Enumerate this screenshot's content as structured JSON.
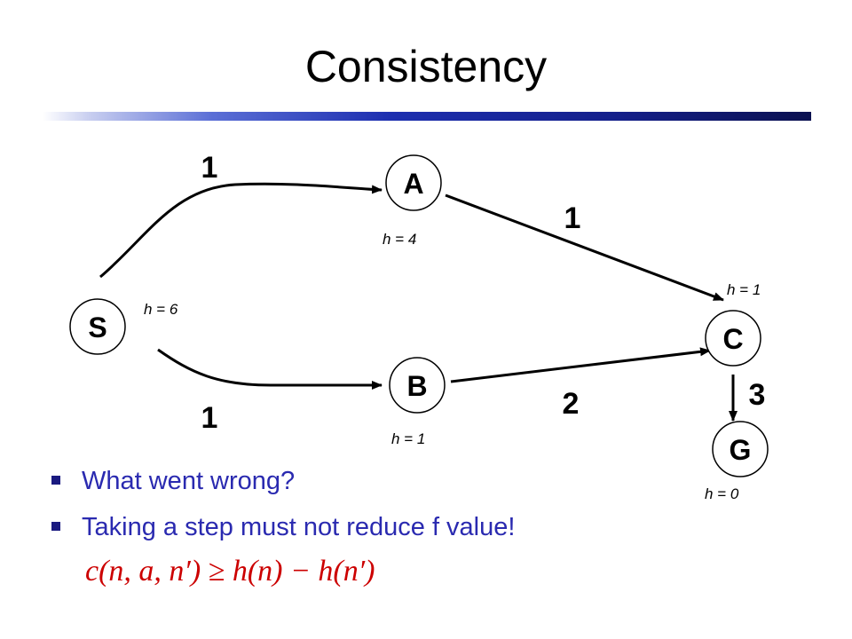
{
  "slide": {
    "title": "Consistency"
  },
  "graph": {
    "nodes": {
      "S": {
        "label": "S",
        "h": "h = 6"
      },
      "A": {
        "label": "A",
        "h": "h = 4"
      },
      "B": {
        "label": "B",
        "h": "h = 1"
      },
      "C": {
        "label": "C",
        "h": "h = 1"
      },
      "G": {
        "label": "G",
        "h": "h = 0"
      }
    },
    "edges": {
      "S_A": {
        "cost": "1"
      },
      "A_C": {
        "cost": "1"
      },
      "S_B": {
        "cost": "1"
      },
      "B_C": {
        "cost": "2"
      },
      "C_G": {
        "cost": "3"
      }
    }
  },
  "bullets": [
    "What went wrong?",
    "Taking a step must not reduce f value!"
  ],
  "formula": "c(n, a, n′) ≥ h(n) − h(n′)",
  "colors": {
    "text": "#000000",
    "bullet_text": "#2a2ab0",
    "bullet_marker": "#1a1a80",
    "formula": "#cc0000",
    "edge": "#000000",
    "node_fill": "#ffffff",
    "node_stroke": "#000000"
  }
}
